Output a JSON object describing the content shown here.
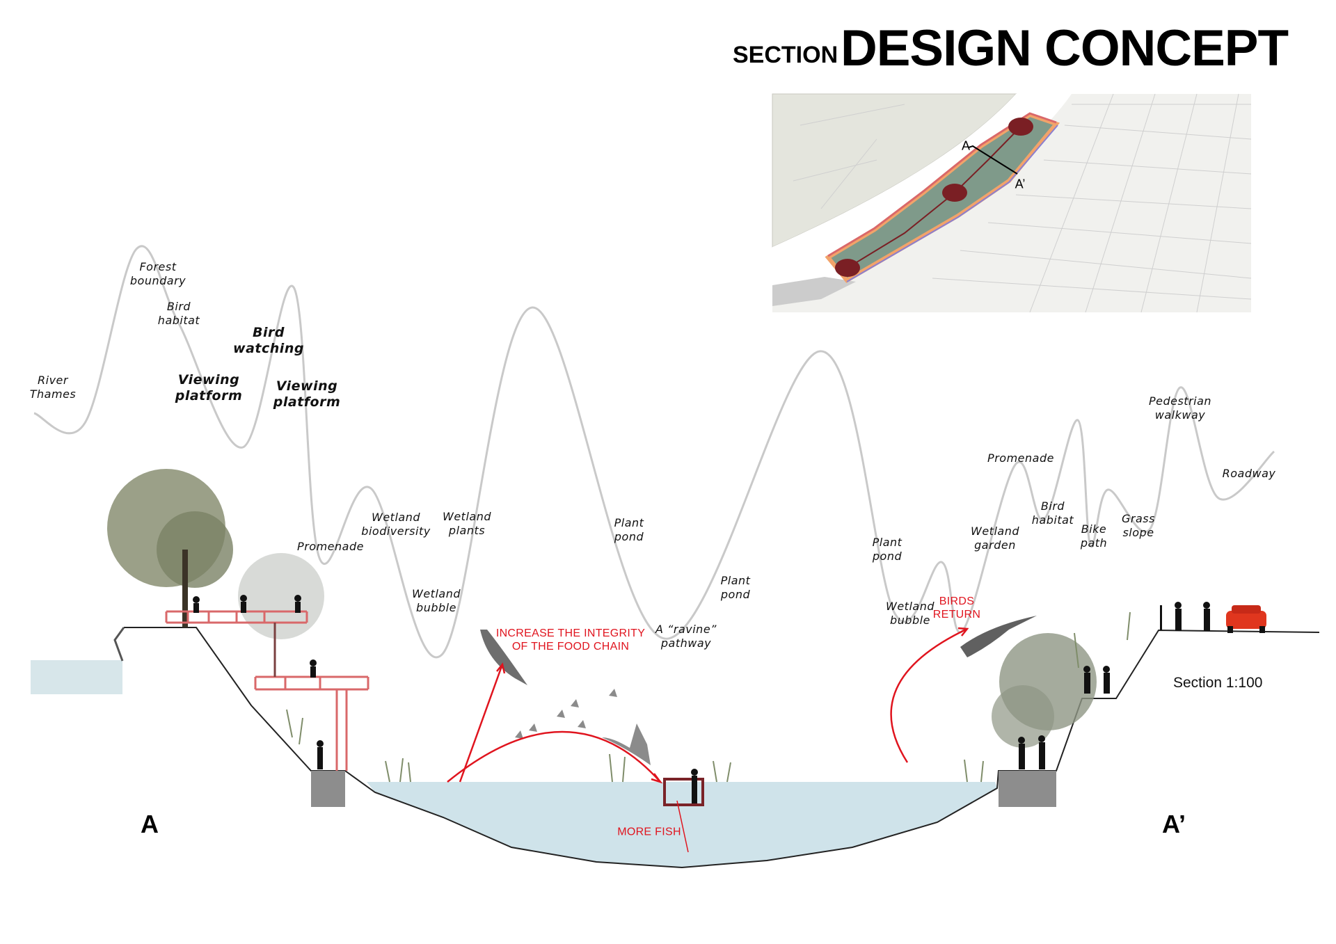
{
  "header": {
    "title_prefix": "SECTION",
    "title_main": "DESIGN CONCEPT"
  },
  "map": {
    "section_start": "A",
    "section_end": "A’"
  },
  "curve_labels": [
    {
      "text": "River\nThames"
    },
    {
      "text": "Forest\nboundary"
    },
    {
      "text": "Bird\nhabitat"
    },
    {
      "text": "Bird\nwatching",
      "bold": true
    },
    {
      "text": "Viewing\nplatform",
      "bold": true
    },
    {
      "text": "Viewing\nplatform",
      "bold": true
    },
    {
      "text": "Promenade"
    },
    {
      "text": "Wetland\nbiodiversity"
    },
    {
      "text": "Wetland\nplants"
    },
    {
      "text": "Wetland\nbubble"
    },
    {
      "text": "Plant\npond"
    },
    {
      "text": "A “ravine”\npathway"
    },
    {
      "text": "Plant\npond"
    },
    {
      "text": "Plant\npond"
    },
    {
      "text": "Wetland\nbubble"
    },
    {
      "text": "Wetland\ngarden"
    },
    {
      "text": "Promenade"
    },
    {
      "text": "Bird\nhabitat"
    },
    {
      "text": "Bike\npath"
    },
    {
      "text": "Grass\nslope"
    },
    {
      "text": "Pedestrian\nwalkway"
    },
    {
      "text": "Roadway"
    }
  ],
  "annotations": {
    "food_chain": "INCREASE THE INTEGRITY\nOF THE FOOD CHAIN",
    "more_fish": "MORE FISH",
    "birds_return": "BIRDS\nRETURN"
  },
  "section": {
    "start_marker": "A",
    "end_marker": "A’",
    "scale": "Section 1:100"
  },
  "colors": {
    "accent_red": "#e0141e",
    "deck_red": "#d9686a",
    "water": "#cfe3ea",
    "curve": "#c9c9c9",
    "hub": "#7a1f24"
  }
}
